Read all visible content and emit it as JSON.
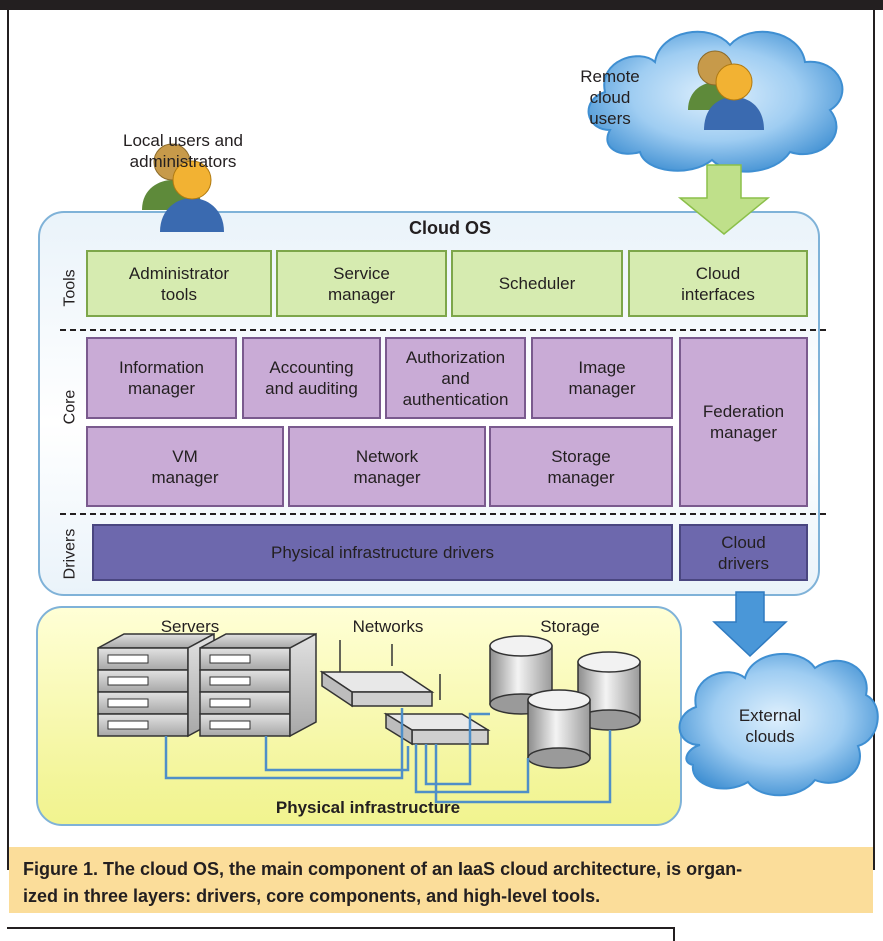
{
  "labels": {
    "cloud_os": "Cloud OS",
    "local_users": "Local users and\nadministrators",
    "remote_users": "Remote\ncloud\nusers",
    "external_clouds": "External\nclouds",
    "physical_infrastructure": "Physical infrastructure",
    "servers": "Servers",
    "networks": "Networks",
    "storage": "Storage"
  },
  "layers": {
    "tools": "Tools",
    "core": "Core",
    "drivers": "Drivers"
  },
  "tools": [
    "Administrator\ntools",
    "Service\nmanager",
    "Scheduler",
    "Cloud\ninterfaces"
  ],
  "core": {
    "information_manager": "Information\nmanager",
    "accounting": "Accounting\nand auditing",
    "authorization": "Authorization\nand\nauthentication",
    "image_manager": "Image\nmanager",
    "vm_manager": "VM\nmanager",
    "network_manager": "Network\nmanager",
    "storage_manager": "Storage\nmanager",
    "federation_manager": "Federation\nmanager"
  },
  "drivers": {
    "physical_drivers": "Physical infrastructure drivers",
    "cloud_drivers": "Cloud\ndrivers"
  },
  "caption": {
    "figure_label": "Figure 1.",
    "bold_text": " The cloud OS, the main component of an IaaS cloud architecture, is organ-",
    "line2": "ized in three layers: drivers, core components, and high-level tools."
  },
  "colors": {
    "tools_fill": "#d6ebb0",
    "core_fill": "#c9abd6",
    "drivers_fill": "#6d68ad",
    "cloud_blue": "#3f8fd2",
    "arrow_green": "#bfe08a",
    "arrow_blue": "#4a97d8",
    "caption_bg": "#fbdd9a"
  }
}
